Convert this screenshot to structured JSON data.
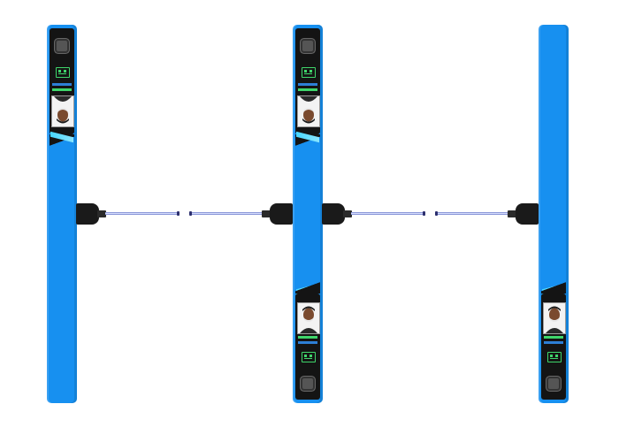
{
  "colors": {
    "pillar": "#1790f0",
    "panel": "#141414",
    "glass": "#47d7ff",
    "arm": "#dfe5ff",
    "hub": "#1a1a1a",
    "qr": "#3fd66b"
  },
  "pillars": [
    {
      "name": "left",
      "top_panel": true,
      "bottom_panel": false
    },
    {
      "name": "middle",
      "top_panel": true,
      "bottom_panel": true
    },
    {
      "name": "right",
      "top_panel": false,
      "bottom_panel": true
    }
  ],
  "icons": [
    "card-reader-icon",
    "qr-scanner-icon",
    "face-recognition-screen"
  ]
}
